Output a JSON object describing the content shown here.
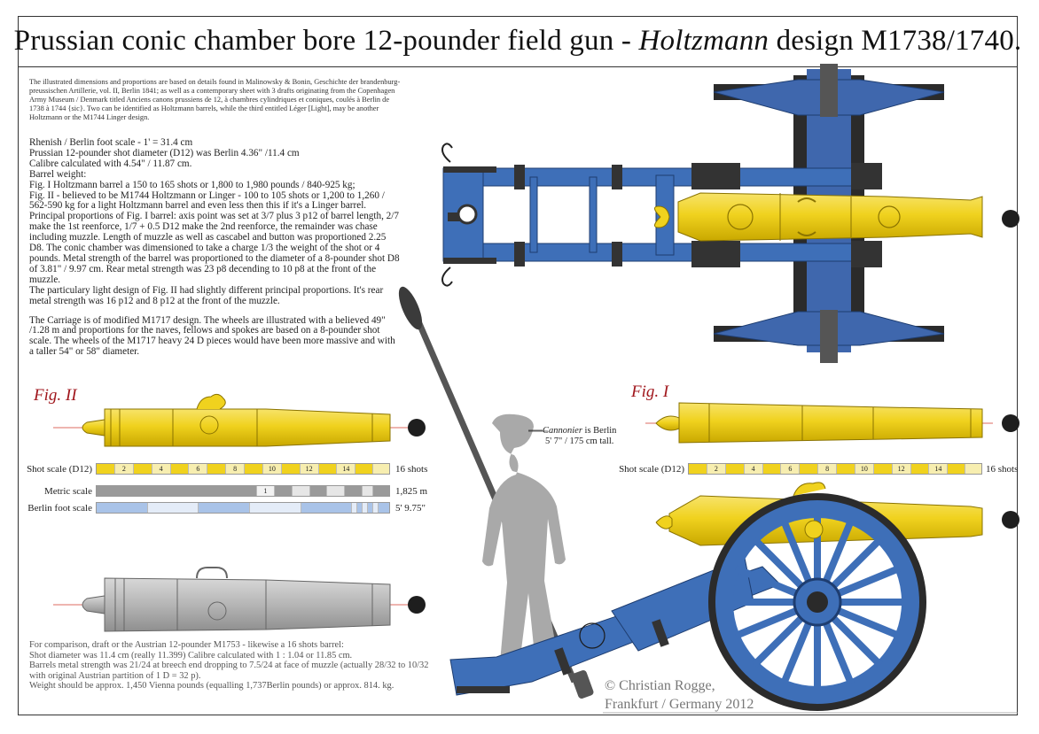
{
  "title": {
    "prefix": "Prussian conic chamber bore 12-pounder field gun - ",
    "name": "Holtzmann",
    "suffix": " design M1738/1740."
  },
  "intro": "The illustrated dimensions and proportions are based on details found in Malinowsky & Bonin, Geschichte der brandenburg-preussischen Artillerie, vol. II, Berlin 1841; as well as a contemporary sheet with 3 drafts originating from the Copenhagen Army Museum / Denmark titled Anciens canons prussiens de 12, à chambres cylindriques et coniques, coulés à Berlin de 1738 à 1744 {sic}. Two can be identified as Holtzmann barrels, while the third entitled Léger [Light], may be another Holtzmann or the M1744 Linger design.",
  "body": {
    "scale_line": "Rhenish / Berlin foot scale - 1' = 31.4 cm",
    "shot_line": "Prussian 12-pounder shot diameter (D12) was Berlin 4.36\" /11.4 cm",
    "calibre_line": "Calibre calculated with 4.54\" / 11.87 cm.",
    "weight_head": "Barrel weight:",
    "fig1_weight": "Fig. I Holtzmann barrel  a 150 to 165 shots or 1,800 to 1,980 pounds / 840-925 kg;",
    "fig2_weight": "Fig. II - believed to be M1744 Holtzmann or Linger - 100 to 105 shots or 1,200 to 1,260 / 562-590 kg for a light Holtzmann barrel and even less then this if it's a Linger barrel.",
    "proportions": "Principal proportions of Fig. I barrel: axis point was set at 3/7 plus 3 p12 of barrel length, 2/7 make the 1st reenforce, 1/7 + 0.5 D12 make the 2nd reenforce, the remainder was chase including muzzle. Length of muzzle as well as cascabel and button was proportioned 2.25 D8. The conic chamber was dimensioned to take a charge 1/3 the weight of the shot or 4 pounds. Metal strength of the barrel was proportioned to the diameter of a 8-pounder shot D8 of 3.81\" / 9.97 cm. Rear metal strength was 23 p8 decending to 10 p8 at the front of the muzzle.",
    "light_design": "The particulary light design of Fig. II had slightly different principal proportions. It's rear metal strength was 16 p12 and 8 p12 at the front of the muzzle.",
    "carriage": "The Carriage is of modified M1717 design. The wheels are illustrated with a believed 49\" /1.28 m and proportions for the naves, fellows and spokes are based on a 8-pounder shot scale. The wheels of the M1717 heavy 24 D pieces would have been more massive and with a taller 54\" or 58\" diameter."
  },
  "fig2": {
    "label": "Fig. II",
    "shot_scale_label": "Shot scale (D12)",
    "shot_ticks": [
      "2",
      "4",
      "6",
      "8",
      "10",
      "12",
      "14"
    ],
    "shot_end": "16 shots",
    "metric_label": "Metric scale",
    "metric_tick": "1",
    "metric_end": "1,825 m",
    "foot_label": "Berlin foot scale",
    "foot_end": "5' 9.75\""
  },
  "fig1": {
    "label": "Fig. I",
    "shot_scale_label": "Shot scale (D12)",
    "shot_ticks": [
      "2",
      "4",
      "6",
      "8",
      "10",
      "12",
      "14"
    ],
    "shot_end": "16 shots"
  },
  "cannonier": {
    "name": "Cannonier",
    "line1": " is Berlin",
    "line2": "5' 7\" / 175 cm tall."
  },
  "comparison": [
    "For comparison, draft or the Austrian 12-pounder M1753 - likewise a 16 shots barrel:",
    "Shot diameter was 11.4 cm (really 11.399)    Calibre calculated with 1 : 1.04 or 11.85 cm.",
    "Barrels metal strength was 21/24 at breech end dropping to 7.5/24 at face of muzzle (actually 28/32 to 10/32 with original Austrian partition of 1 D = 32 p).",
    "Weight should be approx. 1,450 Vienna pounds (equalling 1,737Berlin pounds) or approx. 814. kg."
  ],
  "copyright": {
    "line1": "© Christian Rogge,",
    "line2": "Frankfurt / Germany 2012"
  },
  "colors": {
    "brass": "#f0d21e",
    "brass_dark": "#b89a00",
    "carriage_blue": "#3e6fb8",
    "iron": "#2a2a2a",
    "silhouette": "#a9a9a9",
    "fig_red": "#a0161c"
  }
}
